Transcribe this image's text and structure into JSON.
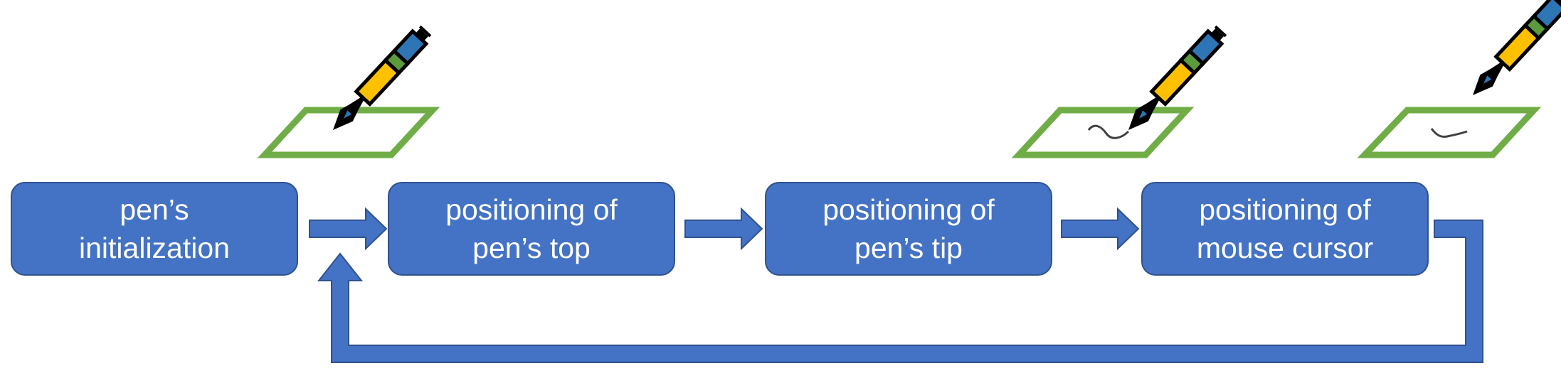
{
  "steps": [
    {
      "line1": "pen’s",
      "line2": "initialization"
    },
    {
      "line1": "positioning of",
      "line2": "pen’s top"
    },
    {
      "line1": "positioning of",
      "line2": "pen’s tip"
    },
    {
      "line1": "positioning of",
      "line2": "mouse cursor"
    }
  ],
  "colors": {
    "box_fill": "#4472c4",
    "box_border": "#2f528f",
    "text": "#ffffff",
    "tablet": "#70ad47",
    "pen_body": "#000000",
    "pen_blue": "#2e75b6",
    "pen_green": "#5b9b3b",
    "pen_yellow": "#ffc000"
  },
  "icons": [
    "pen-on-tablet-icon",
    "pen-drawing-on-tablet-icon",
    "pen-lifted-from-tablet-icon"
  ]
}
